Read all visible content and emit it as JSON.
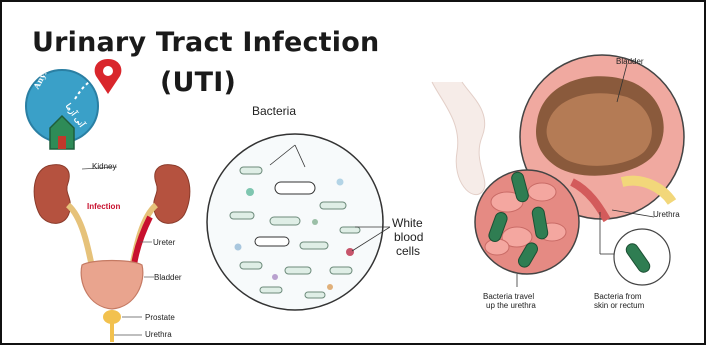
{
  "title": {
    "line1": "Urinary Tract Infection",
    "line2": "(UTI)"
  },
  "logo": {
    "latin": "AnyAzma",
    "arabic": "آنی آزما"
  },
  "left_diagram": {
    "kidney": "Kidney",
    "infection": "Infection",
    "ureter": "Ureter",
    "bladder": "Bladder",
    "prostate": "Prostate",
    "urethra": "Urethra"
  },
  "micro": {
    "bacteria": "Bacteria",
    "white_blood_cells": [
      "White",
      "blood",
      "cells"
    ]
  },
  "right_diagram": {
    "bladder": "Bladder",
    "urethra": "Urethra",
    "bacteria_travel": [
      "Bacteria travel",
      "up the urethra"
    ],
    "bacteria_from": [
      "Bacteria from",
      "skin or rectum"
    ]
  },
  "colors": {
    "kidney": "#b5523f",
    "bladder": "#e9a48e",
    "infection_red": "#c8102e",
    "logo_teal": "#3aa0c8",
    "bacteria_green": "#2f7d52"
  }
}
